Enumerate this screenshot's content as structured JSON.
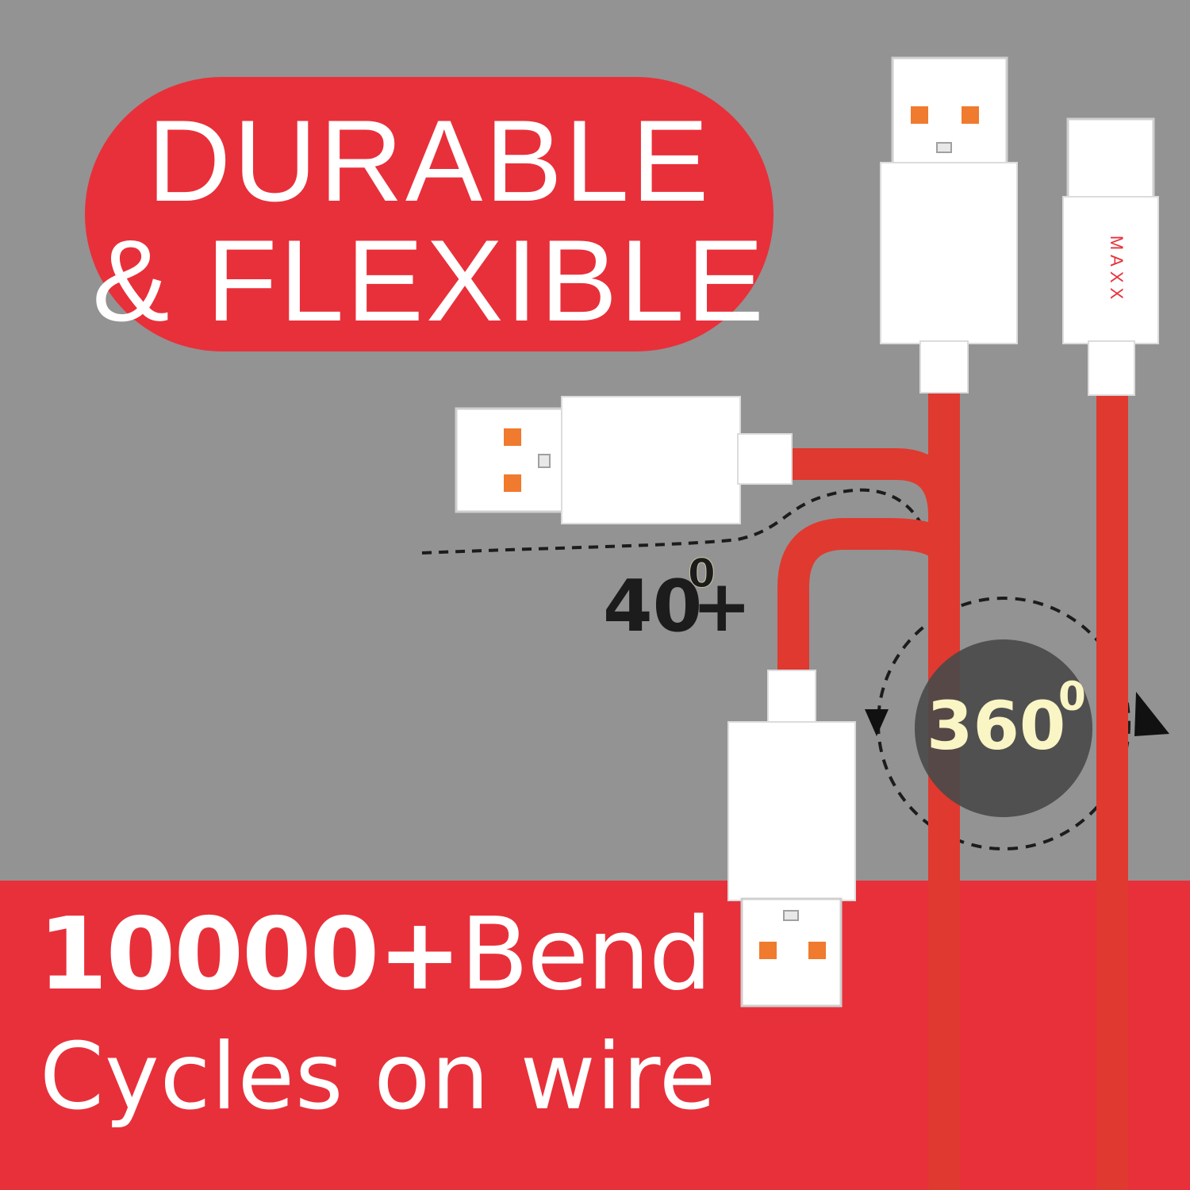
{
  "headline": {
    "line1": "DURABLE",
    "line2": "& FLEXIBLE"
  },
  "bend_angle": {
    "value": "40",
    "degree": "0",
    "suffix": "+"
  },
  "rotation_angle": {
    "value": "360",
    "degree": "0"
  },
  "bend_cycles": {
    "count": "10000+",
    "word": "Bend",
    "subtitle": "Cycles on wire"
  },
  "brand": {
    "label": "MAXX"
  },
  "colors": {
    "background": "#939393",
    "accent_red": "#e8303a",
    "cable_red": "#e0392f",
    "connector_white": "#ffffff",
    "pin_orange": "#f07a2e",
    "circle_dark": "#4a4a4a",
    "text_dark": "#1c1c1c"
  },
  "icons": [
    "usb-a-connector-icon",
    "usb-c-connector-icon",
    "rotation-arrows-icon"
  ]
}
